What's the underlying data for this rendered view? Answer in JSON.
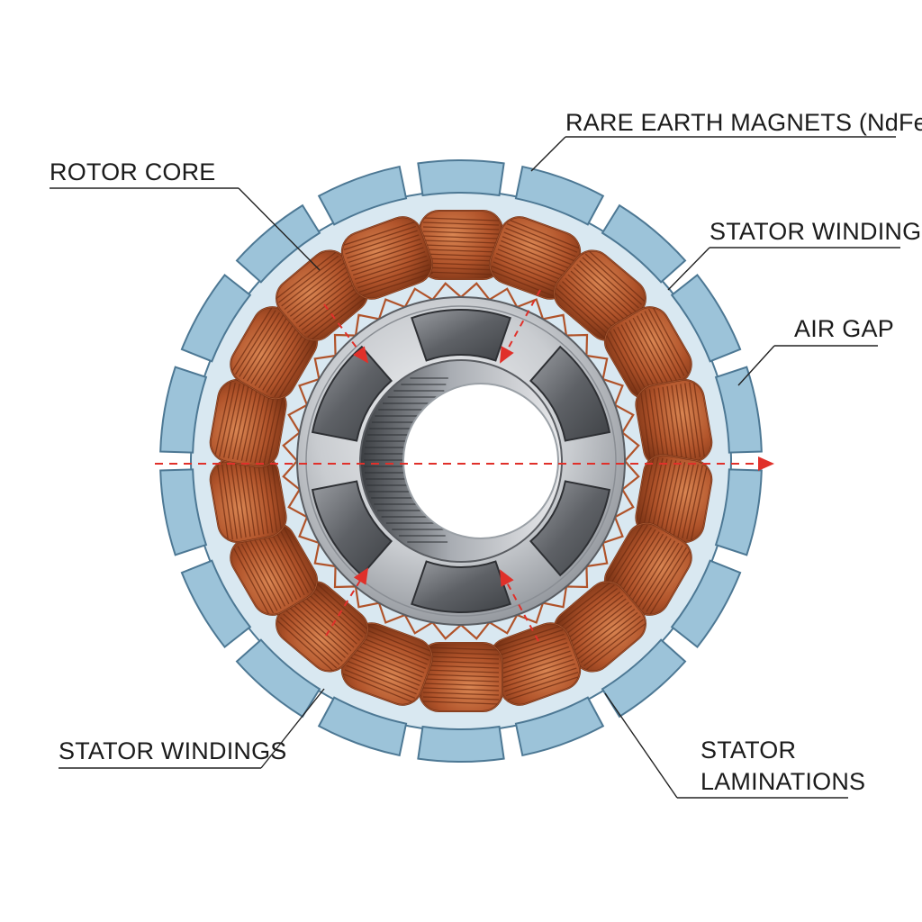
{
  "labels": {
    "rare_earth_magnets": "RARE EARTH MAGNETS (NdFeB)",
    "rotor_core": "ROTOR CORE",
    "stator_windings_top": "STATOR WINDINGS",
    "air_gap": "AIR GAP",
    "stator_windings_bottom": "STATOR WINDINGS",
    "stator_laminations_line1": "STATOR",
    "stator_laminations_line2": "LAMINATIONS"
  },
  "colors": {
    "lamination": "#9cc3d9",
    "lamination_edge": "#4d7894",
    "copper": "#b0532a",
    "copper_dark": "#6f2d12",
    "copper_light": "#d77b4b",
    "steel": "#c9ccd0",
    "steel_dark": "#5a5d62",
    "magnet": "#6d6f74",
    "dimension_line": "#e0302a"
  }
}
